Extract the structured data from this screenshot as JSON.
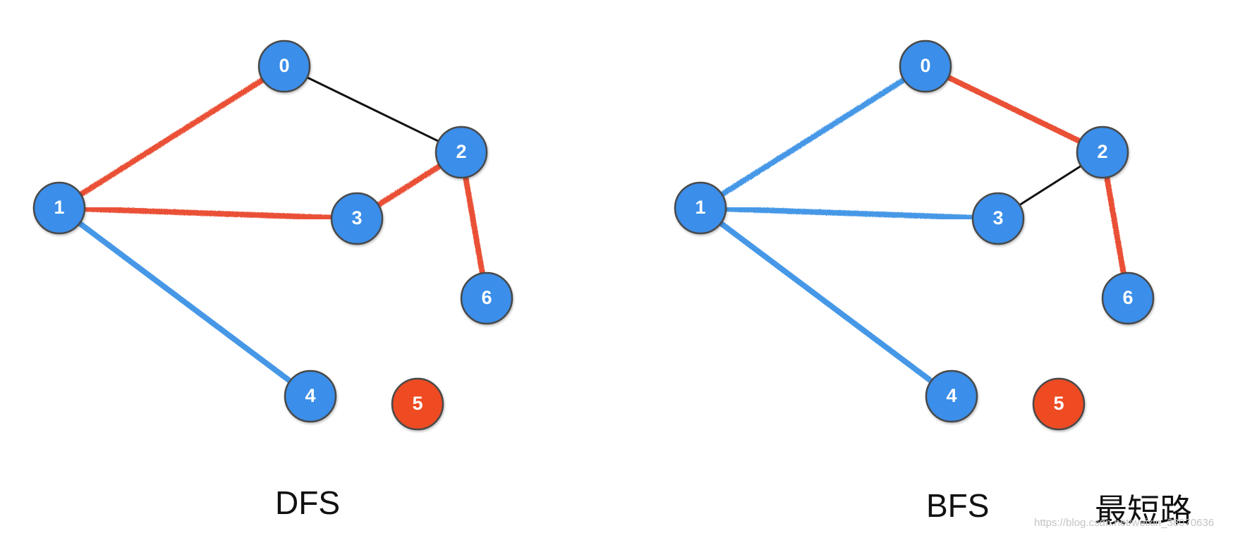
{
  "colors": {
    "node_blue": "#3a8ee9",
    "node_red": "#ee4b22",
    "node_border": "#4a4a4a",
    "edge_red": "#e9462b",
    "edge_blue": "#3d92e6",
    "edge_black": "#111111"
  },
  "diagrams": [
    {
      "caption": "DFS",
      "nodes": [
        {
          "id": "0",
          "color": "blue"
        },
        {
          "id": "1",
          "color": "blue"
        },
        {
          "id": "2",
          "color": "blue"
        },
        {
          "id": "3",
          "color": "blue"
        },
        {
          "id": "4",
          "color": "blue"
        },
        {
          "id": "5",
          "color": "red"
        },
        {
          "id": "6",
          "color": "blue"
        }
      ],
      "edges": [
        {
          "from": "0",
          "to": "1",
          "color": "red"
        },
        {
          "from": "0",
          "to": "2",
          "color": "black"
        },
        {
          "from": "1",
          "to": "3",
          "color": "red"
        },
        {
          "from": "3",
          "to": "2",
          "color": "red"
        },
        {
          "from": "2",
          "to": "6",
          "color": "red"
        },
        {
          "from": "1",
          "to": "4",
          "color": "blue"
        }
      ]
    },
    {
      "caption": "BFS",
      "caption_extra": "最短路",
      "nodes": [
        {
          "id": "0",
          "color": "blue"
        },
        {
          "id": "1",
          "color": "blue"
        },
        {
          "id": "2",
          "color": "blue"
        },
        {
          "id": "3",
          "color": "blue"
        },
        {
          "id": "4",
          "color": "blue"
        },
        {
          "id": "5",
          "color": "red"
        },
        {
          "id": "6",
          "color": "blue"
        }
      ],
      "edges": [
        {
          "from": "0",
          "to": "1",
          "color": "blue"
        },
        {
          "from": "0",
          "to": "2",
          "color": "red"
        },
        {
          "from": "1",
          "to": "3",
          "color": "blue"
        },
        {
          "from": "1",
          "to": "4",
          "color": "blue"
        },
        {
          "from": "2",
          "to": "3",
          "color": "black"
        },
        {
          "from": "2",
          "to": "6",
          "color": "red"
        }
      ]
    }
  ],
  "watermark": "https://blog.csdn.net/weixin_38070636"
}
